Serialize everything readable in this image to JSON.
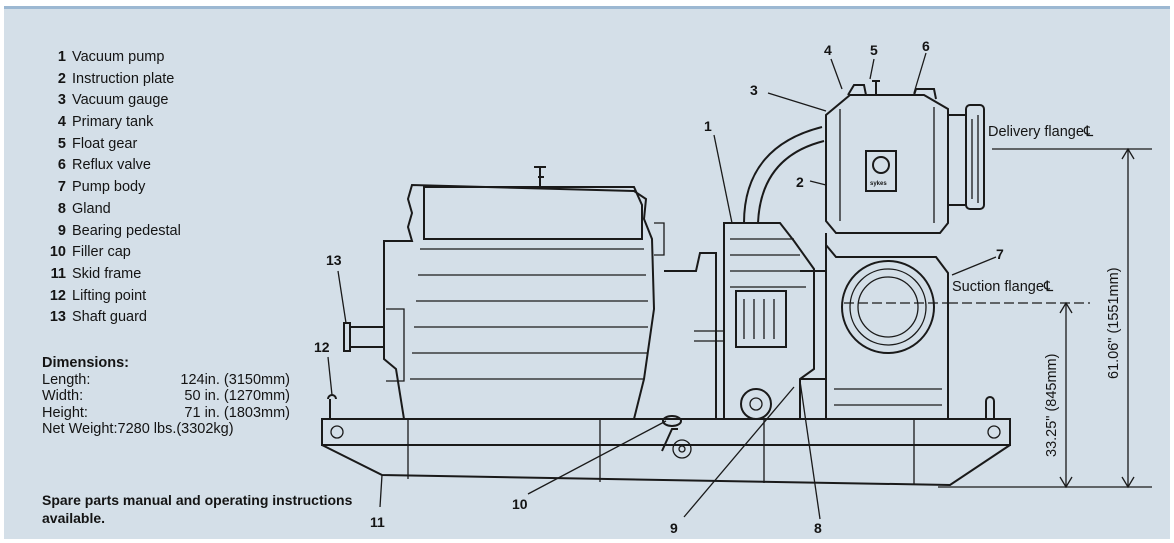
{
  "parts": [
    {
      "num": "1",
      "label": "Vacuum pump"
    },
    {
      "num": "2",
      "label": "Instruction plate"
    },
    {
      "num": "3",
      "label": "Vacuum gauge"
    },
    {
      "num": "4",
      "label": "Primary tank"
    },
    {
      "num": "5",
      "label": "Float gear"
    },
    {
      "num": "6",
      "label": "Reflux valve"
    },
    {
      "num": "7",
      "label": "Pump body"
    },
    {
      "num": "8",
      "label": "Gland"
    },
    {
      "num": "9",
      "label": "Bearing pedestal"
    },
    {
      "num": "10",
      "label": "Filler cap"
    },
    {
      "num": "11",
      "label": "Skid frame"
    },
    {
      "num": "12",
      "label": "Lifting point"
    },
    {
      "num": "13",
      "label": "Shaft guard"
    }
  ],
  "dimensions": {
    "title": "Dimensions:",
    "rows": [
      {
        "label": "Length:",
        "value": "124in. (3150mm)"
      },
      {
        "label": "Width:",
        "value": "50 in. (1270mm)"
      },
      {
        "label": "Height:",
        "value": "71 in. (1803mm)"
      },
      {
        "label": "Net Weight:",
        "value": "7280 lbs.(3302kg)"
      }
    ]
  },
  "note": "Spare parts manual and operating instructions available.",
  "diagram": {
    "callouts": [
      "1",
      "2",
      "3",
      "4",
      "5",
      "6",
      "7",
      "8",
      "9",
      "10",
      "11",
      "12",
      "13"
    ],
    "delivery_flange": "Delivery flange℄",
    "suction_flange": "Suction flange℄",
    "height_total": "61.06\" (1551mm)",
    "height_suction": "33.25\" (845mm)",
    "logo_text": "sykes"
  },
  "colors": {
    "background": "#d4dfe8",
    "border": "#9cb8d2",
    "ink": "#1a1a1a"
  }
}
